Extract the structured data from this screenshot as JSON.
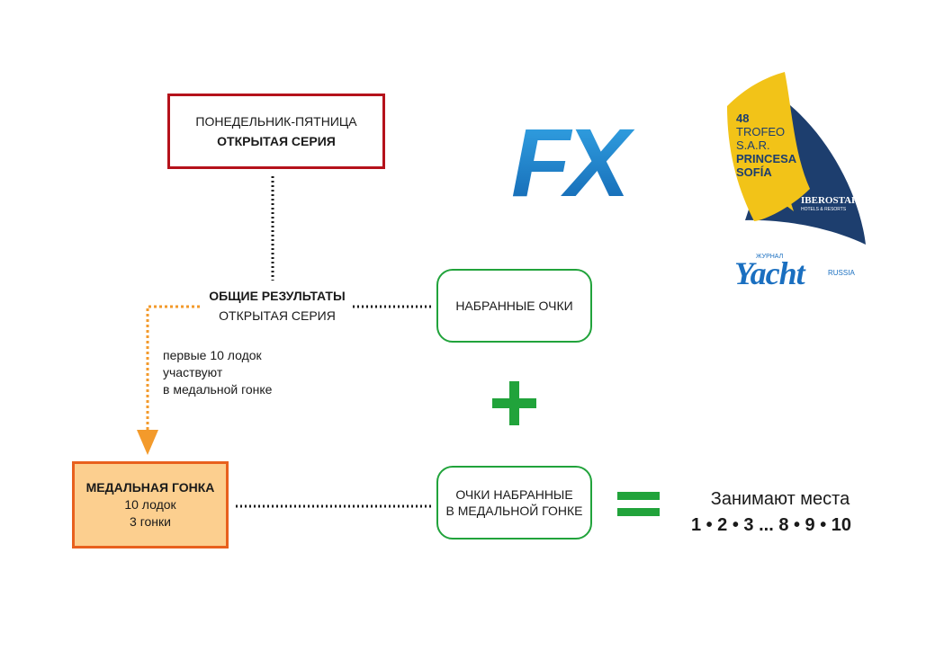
{
  "open_series_box": {
    "line1": "ПОНЕДЕЛЬНИК-ПЯТНИЦА",
    "line2": "ОТКРЫТАЯ СЕРИЯ"
  },
  "overall_results": {
    "title": "ОБЩИЕ РЕЗУЛЬТАТЫ",
    "subtitle": "ОТКРЫТАЯ СЕРИЯ"
  },
  "points_box": {
    "label": "НАБРАННЫЕ ОЧКИ"
  },
  "qualify_note": {
    "line1": "первые 10 лодок",
    "line2": "участвуют",
    "line3": "в медальной гонке"
  },
  "medal_race_box": {
    "title": "МЕДАЛЬНАЯ ГОНКА",
    "boats": "10 лодок",
    "races": "3 гонки"
  },
  "medal_points_box": {
    "line1": "ОЧКИ НАБРАННЫЕ",
    "line2": "В МЕДАЛЬНОЙ ГОНКЕ"
  },
  "places": {
    "title": "Занимают места",
    "list": "1 • 2 • 3 ...  8 • 9 • 10"
  },
  "logos": {
    "fx": "FX",
    "trofeo": {
      "edition": "48",
      "line1": "TROFEO",
      "line2": "S.A.R.",
      "line3": "PRINCESA",
      "line4": "SOFÍA",
      "sponsor": "IBEROSTAR",
      "sponsor_sub": "HOTELS & RESORTS"
    },
    "yacht": {
      "prefix": "ЖУРНАЛ",
      "name": "Yacht",
      "suffix": "RUSSIA"
    }
  },
  "colors": {
    "red": "#b5121b",
    "green": "#21a33b",
    "orange": "#f39a2b",
    "medal_fill": "#fccf8f",
    "medal_border": "#e8601e",
    "fx_blue": "#1d8fd8",
    "trofeo_yellow": "#f2c318",
    "trofeo_navy": "#1d3e6e",
    "yacht_blue": "#1a6fc0"
  }
}
